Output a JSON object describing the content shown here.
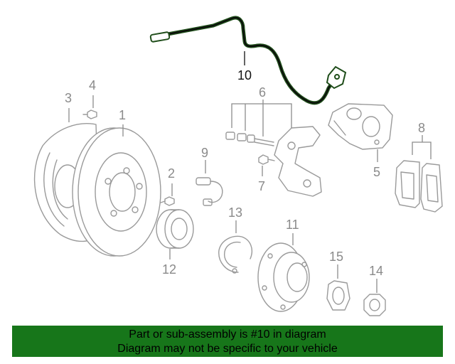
{
  "callouts": {
    "c1": "1",
    "c2": "2",
    "c3": "3",
    "c4": "4",
    "c5": "5",
    "c6": "6",
    "c7": "7",
    "c8": "8",
    "c9": "9",
    "c10": "10",
    "c11": "11",
    "c12": "12",
    "c13": "13",
    "c14": "14",
    "c15": "15"
  },
  "highlight_part": "10",
  "colors": {
    "highlight_wire": "#1f4d1a",
    "banner_background": "#17761a",
    "part_outline": "#9a9a9a"
  },
  "banner": {
    "line1": "Part or sub-assembly is #10 in diagram",
    "line2": "Diagram may not be specific to your vehicle"
  }
}
